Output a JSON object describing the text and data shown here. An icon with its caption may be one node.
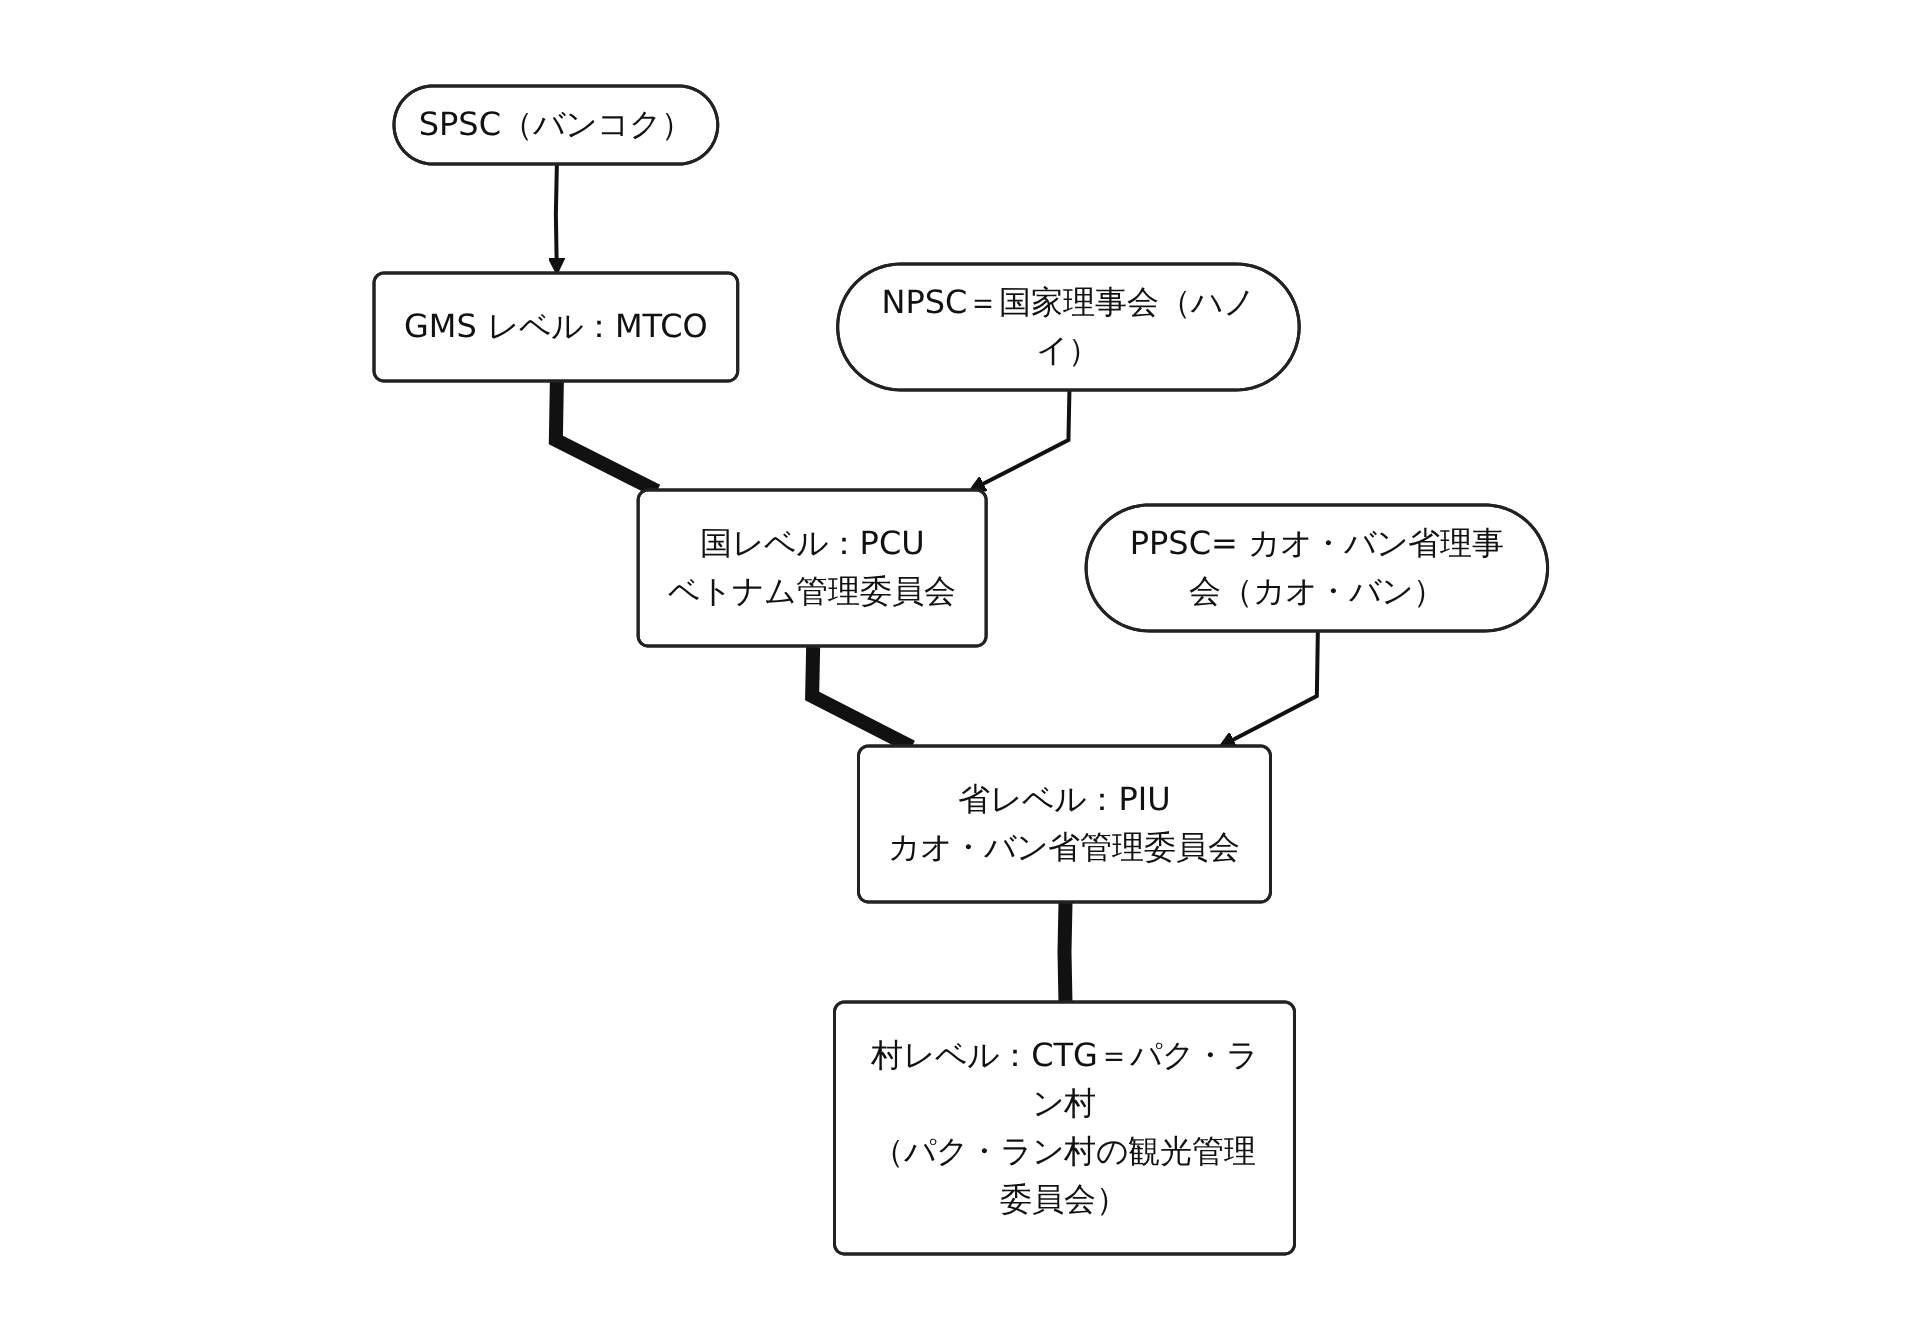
{
  "diagram": {
    "nodes": [
      {
        "text": [
          "GMS レベル：MTCO"
        ]
      },
      {
        "text": [
          "国レベル：PCU",
          "ベトナム管理委員会"
        ]
      },
      {
        "text": [
          "省レベル：PIU",
          "カオ・バン省管理委員会"
        ]
      },
      {
        "text": [
          "村レベル：CTG＝パク・ラン村",
          "（パク・ラン村の観光管理委員会）"
        ]
      },
      {
        "text": [
          "SPSC（バンコク）"
        ]
      },
      {
        "text": [
          "NPSC＝国家理事会（ハノイ）"
        ]
      },
      {
        "text": [
          "PPSC= カオ・バン省理事会（カオ・バン）"
        ]
      }
    ],
    "edges": [
      {
        "from": 0,
        "to": 1,
        "arrow": "none",
        "style": "thick"
      },
      {
        "from": 1,
        "to": 2,
        "arrow": "none",
        "style": "thick"
      },
      {
        "from": 2,
        "to": 3,
        "arrow": "none",
        "style": "thick"
      },
      {
        "from": 4,
        "to": 0,
        "arrow": "to"
      },
      {
        "from": 5,
        "to": 1,
        "arrow": "to"
      },
      {
        "from": 6,
        "to": 2,
        "arrow": "to"
      }
    ]
  }
}
